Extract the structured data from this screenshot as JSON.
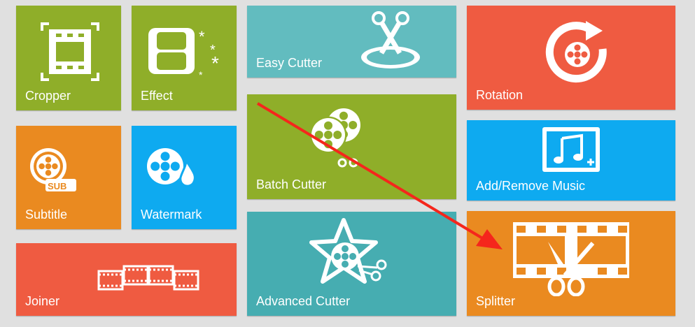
{
  "tiles": {
    "cropper": {
      "label": "Cropper",
      "color": "#8fae29"
    },
    "effect": {
      "label": "Effect",
      "color": "#8fae29"
    },
    "subtitle": {
      "label": "Subtitle",
      "badge": "SUB",
      "color": "#ea8a20"
    },
    "watermark": {
      "label": "Watermark",
      "color": "#0eaaf0"
    },
    "joiner": {
      "label": "Joiner",
      "color": "#ef5b41"
    },
    "easy_cutter": {
      "label": "Easy Cutter",
      "color": "#62bcbf"
    },
    "batch_cutter": {
      "label": "Batch Cutter",
      "color": "#8fae29"
    },
    "advanced_cutter": {
      "label": "Advanced Cutter",
      "color": "#46adb1"
    },
    "rotation": {
      "label": "Rotation",
      "color": "#ef5b41"
    },
    "add_remove_music": {
      "label": "Add/Remove Music",
      "color": "#0eaaf0"
    },
    "splitter": {
      "label": "Splitter",
      "color": "#ea8a20"
    }
  },
  "annotation": {
    "arrow_color": "#f5261c"
  }
}
